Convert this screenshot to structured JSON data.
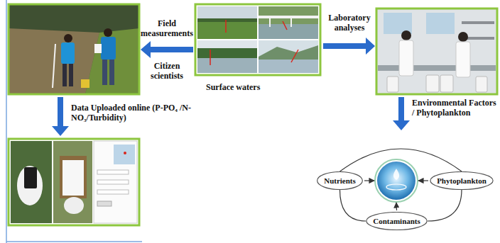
{
  "diagram": {
    "nodes": [
      {
        "text": [
          "Nutrients"
        ]
      },
      {
        "text": [
          "Phytoplankton"
        ]
      },
      {
        "text": [
          "Contaminants"
        ]
      }
    ],
    "edges": [
      {
        "from": 0,
        "to": 1,
        "arrow": "none"
      },
      {
        "from": 1,
        "to": 2,
        "arrow": "none"
      },
      {
        "from": 2,
        "to": 0,
        "arrow": "none"
      }
    ],
    "labels": [
      "Field measurements",
      "Citizen scientists",
      "Surface waters",
      "Laboratory analyses",
      "Data Uploaded online (P-PO₄ /N-NO₃/Turbidity)",
      "Environmental Factors / Phytoplankton"
    ]
  }
}
